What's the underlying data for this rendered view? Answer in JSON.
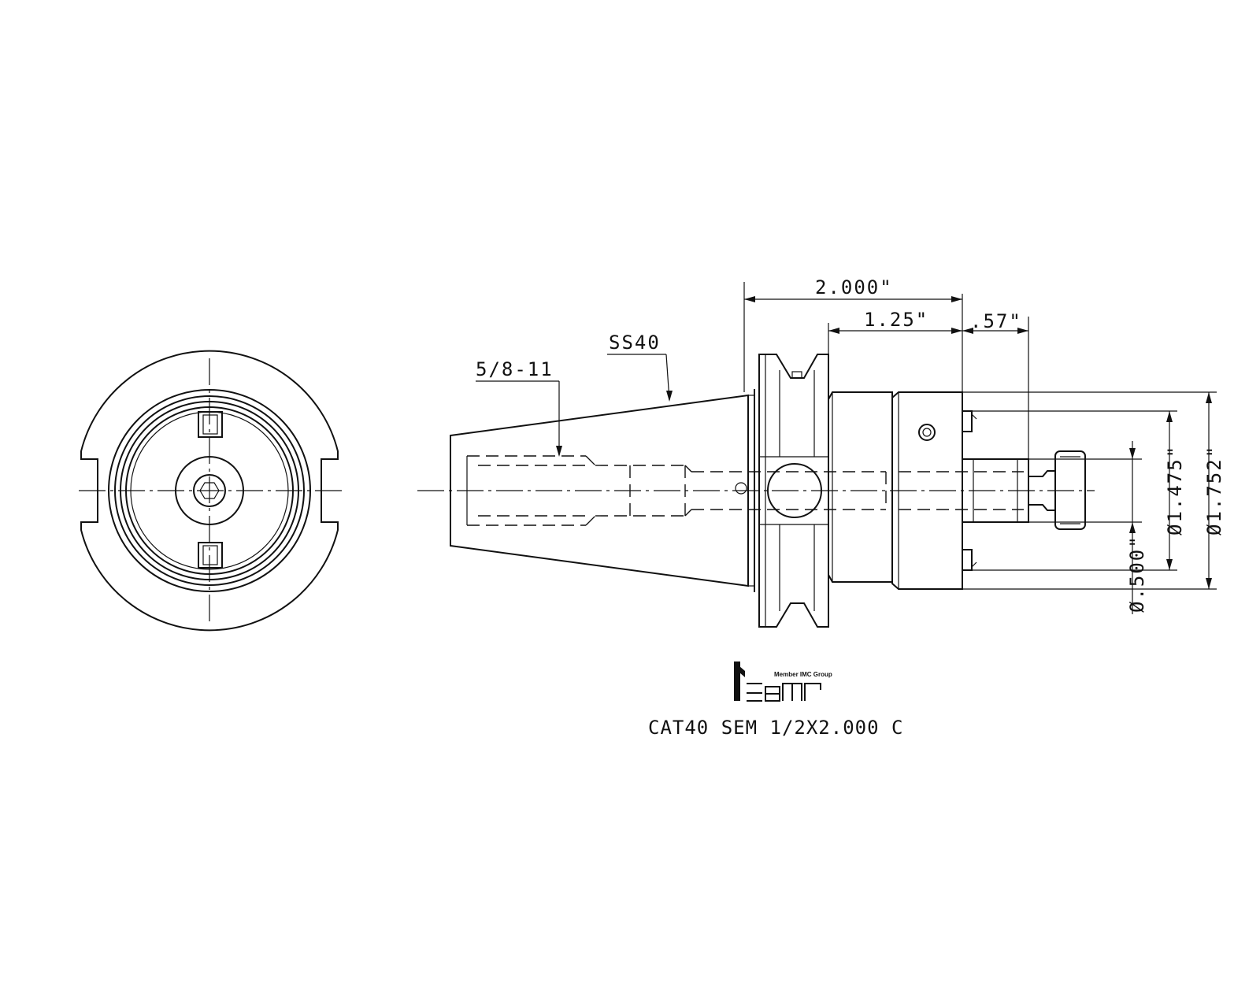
{
  "dimensions": {
    "overall_length": "2.000\"",
    "body_length": "1.25\"",
    "shank_length": ".57\"",
    "dia_inner": "Ø1.475\"",
    "dia_outer": "Ø1.752\"",
    "dia_bore": "Ø.500\""
  },
  "callouts": {
    "taper": "SS40",
    "thread": "5/8-11"
  },
  "logo": {
    "tagline": "Member IMC Group",
    "wordmark": "iscar"
  },
  "title": "CAT40 SEM 1/2X2.000 C"
}
